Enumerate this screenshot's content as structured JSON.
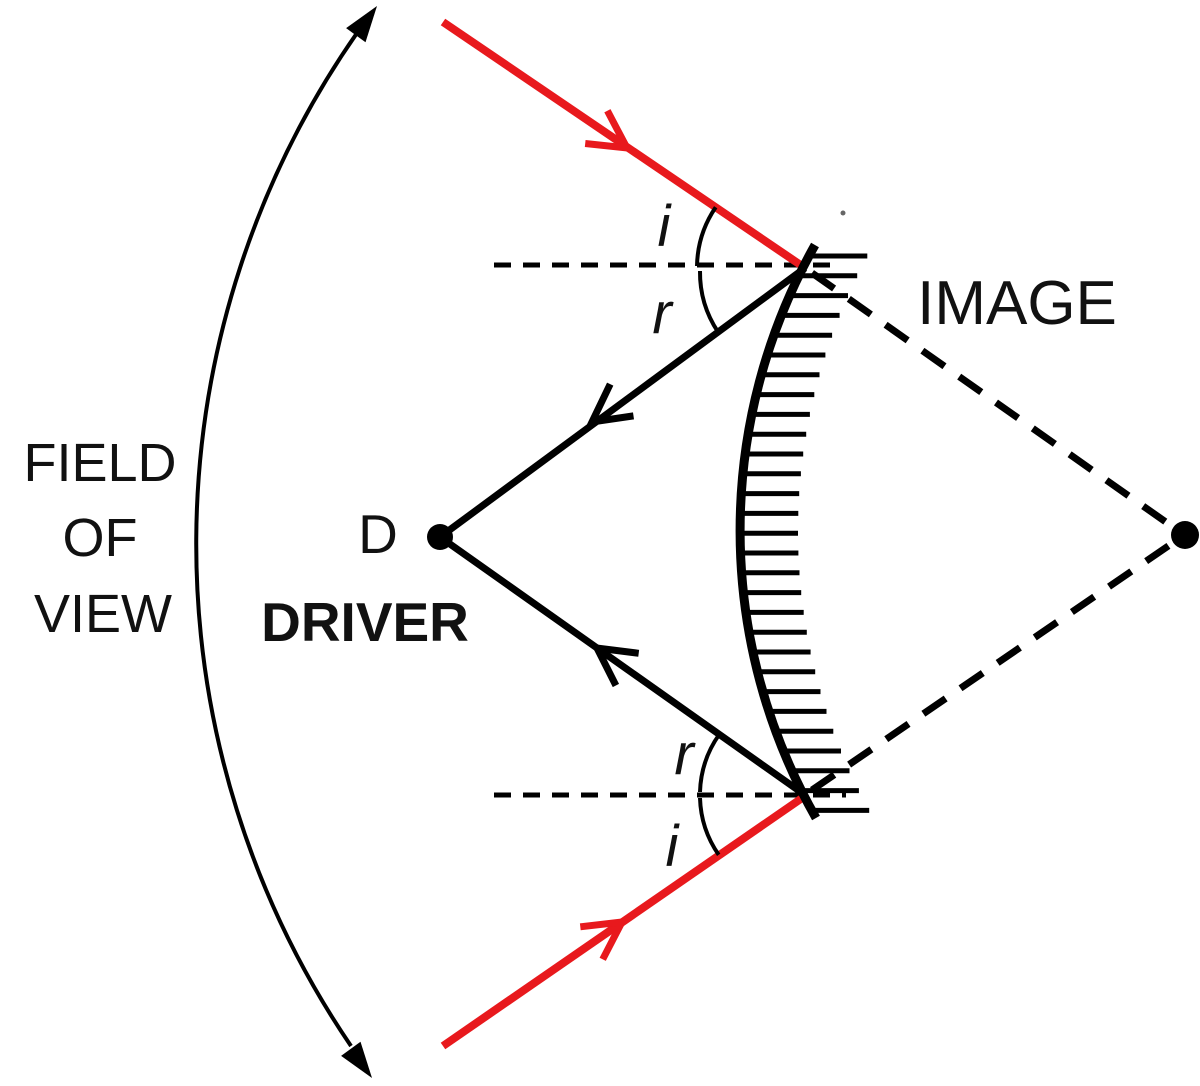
{
  "labels": {
    "field_of_view_line1": "FIELD",
    "field_of_view_line2": "OF",
    "field_of_view_line3": "VIEW",
    "driver_point": "D",
    "driver": "DRIVER",
    "image": "IMAGE",
    "angle_i_top": "i",
    "angle_r_top": "r",
    "angle_r_bottom": "r",
    "angle_i_bottom": "i"
  },
  "colors": {
    "incident_ray": "#e8191d",
    "ink": "#000000"
  }
}
